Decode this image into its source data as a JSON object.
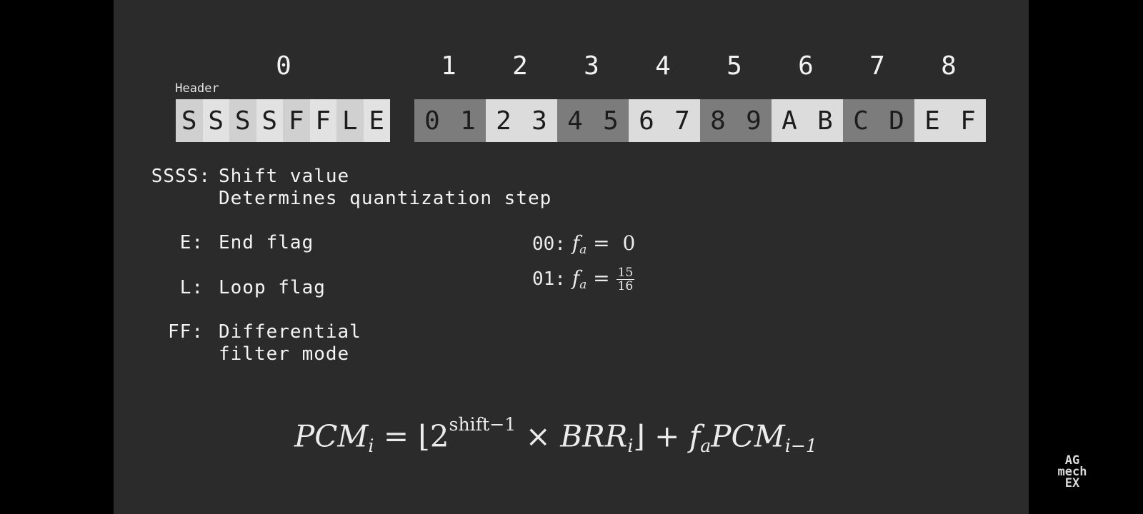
{
  "byte_numbers": [
    "0",
    "1",
    "2",
    "3",
    "4",
    "5",
    "6",
    "7",
    "8"
  ],
  "header_label": "Header",
  "header_bits": [
    {
      "ch": "S",
      "bg": "#d0d0d0"
    },
    {
      "ch": "S",
      "bg": "#e2e2e2"
    },
    {
      "ch": "S",
      "bg": "#d0d0d0"
    },
    {
      "ch": "S",
      "bg": "#e2e2e2"
    },
    {
      "ch": "F",
      "bg": "#d0d0d0"
    },
    {
      "ch": "F",
      "bg": "#e2e2e2"
    },
    {
      "ch": "L",
      "bg": "#d0d0d0"
    },
    {
      "ch": "E",
      "bg": "#e2e2e2"
    }
  ],
  "nibbles": [
    {
      "ch": "0",
      "bg": "#7c7c7c"
    },
    {
      "ch": "1",
      "bg": "#7c7c7c"
    },
    {
      "ch": "2",
      "bg": "#dcdcdc"
    },
    {
      "ch": "3",
      "bg": "#dcdcdc"
    },
    {
      "ch": "4",
      "bg": "#7c7c7c"
    },
    {
      "ch": "5",
      "bg": "#7c7c7c"
    },
    {
      "ch": "6",
      "bg": "#dcdcdc"
    },
    {
      "ch": "7",
      "bg": "#dcdcdc"
    },
    {
      "ch": "8",
      "bg": "#7c7c7c"
    },
    {
      "ch": "9",
      "bg": "#7c7c7c"
    },
    {
      "ch": "A",
      "bg": "#dcdcdc"
    },
    {
      "ch": "B",
      "bg": "#dcdcdc"
    },
    {
      "ch": "C",
      "bg": "#7c7c7c"
    },
    {
      "ch": "D",
      "bg": "#7c7c7c"
    },
    {
      "ch": "E",
      "bg": "#dcdcdc"
    },
    {
      "ch": "F",
      "bg": "#dcdcdc"
    }
  ],
  "defs": {
    "ssss_key": "SSSS:",
    "ssss_l1": "Shift value",
    "ssss_l2": "Determines quantization step",
    "e_key": "E:",
    "e_val": "End flag",
    "l_key": "L:",
    "l_val": "Loop flag",
    "ff_key": "FF:",
    "ff_l1": "Differential",
    "ff_l2": "filter mode"
  },
  "filters": {
    "f0_code": "00:",
    "f0_sym": "f",
    "f0_sub": "a",
    "f0_eq": "=",
    "f0_val": "0",
    "f1_code": "01:",
    "f1_sym": "f",
    "f1_sub": "a",
    "f1_eq": "=",
    "f1_num": "15",
    "f1_den": "16"
  },
  "formula": {
    "lhs": "PCM",
    "lhs_sub": "i",
    "eq": "=",
    "lfloor": "⌊",
    "two": "2",
    "exp": "shift−1",
    "times": "×",
    "brr": "BRR",
    "brr_sub": "i",
    "rfloor": "⌋",
    "plus": "+",
    "fa": "f",
    "fa_sub": "a",
    "prev": "PCM",
    "prev_sub": "i−1"
  },
  "logo": {
    "l1": "AG",
    "l2": "mech",
    "l3": "EX"
  }
}
